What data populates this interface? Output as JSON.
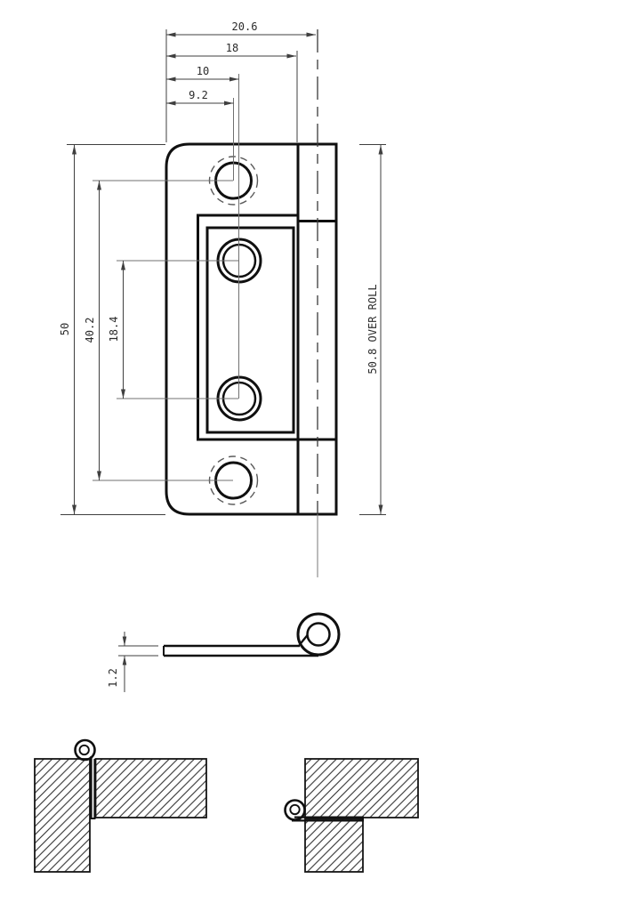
{
  "drawing": {
    "dimensions": {
      "top": [
        {
          "label": "20.6"
        },
        {
          "label": "18"
        },
        {
          "label": "10"
        },
        {
          "label": "9.2"
        }
      ],
      "left": [
        {
          "label": "50"
        },
        {
          "label": "40.2"
        },
        {
          "label": "18.4"
        }
      ],
      "right": [
        {
          "label": "50.8 OVER ROLL"
        }
      ],
      "profile": [
        {
          "label": "1.2"
        }
      ]
    },
    "colors": {
      "outline": "#101010",
      "dimension": "#3f3f3f",
      "extension": "#707070",
      "hatch": "#2e2e2e",
      "background": "#ffffff"
    }
  }
}
